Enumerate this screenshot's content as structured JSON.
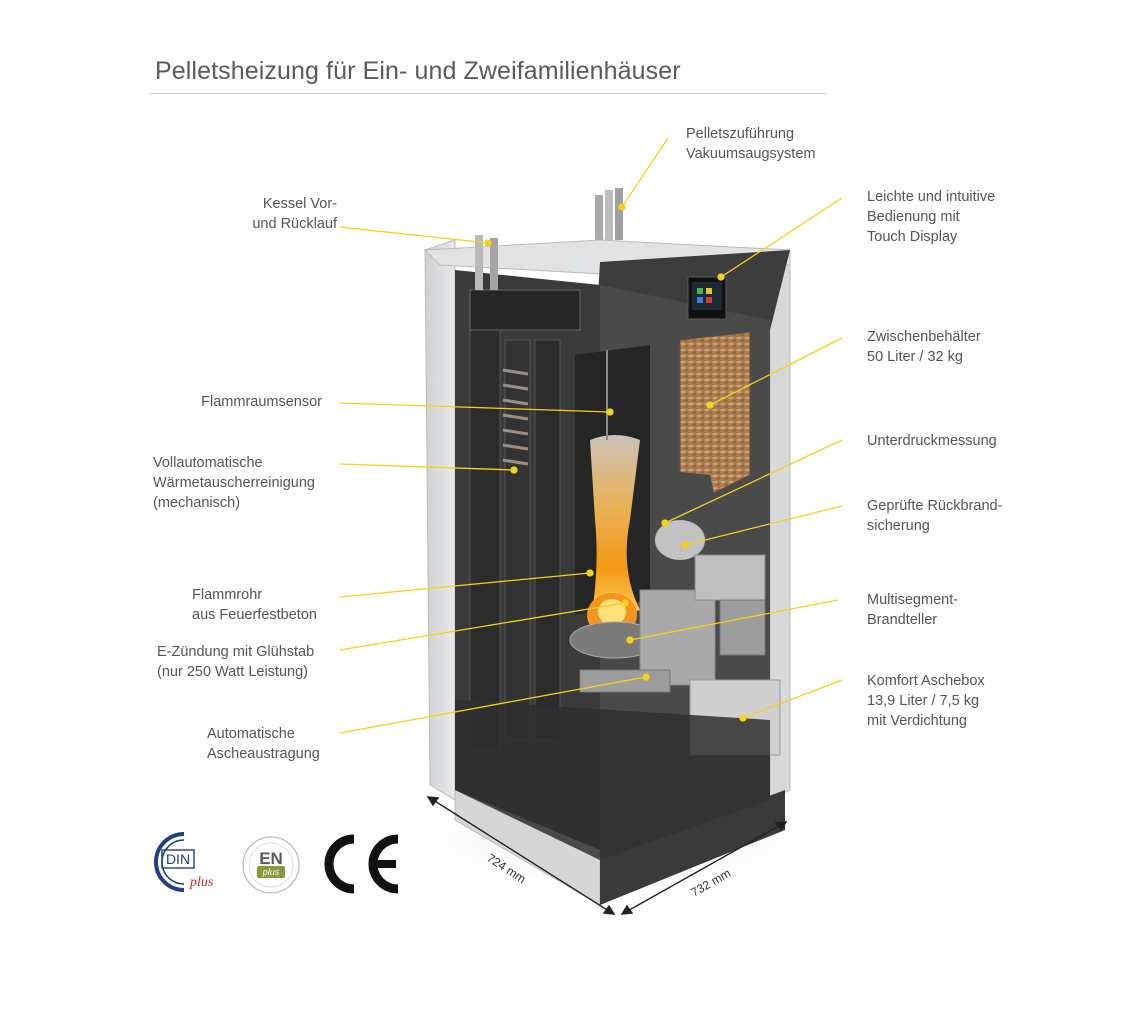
{
  "title": "Pelletsheizung für Ein- und Zweifamilienhäuser",
  "labels": {
    "pellet_feed": "Pelletszuführung\nVakuumsaugsystem",
    "boiler_flow": "Kessel Vor-\nund Rücklauf",
    "touch_display": "Leichte und intuitive\nBedienung mit\nTouch Display",
    "intermediate_container": "Zwischenbehälter\n50 Liter / 32 kg",
    "flame_sensor": "Flammraumsensor",
    "negative_pressure": "Unterdruckmessung",
    "heat_exchanger_cleaning": "Vollautomatische\nWärmetauscherreinigung\n(mechanisch)",
    "burnback_protection": "Geprüfte Rückbrand-\nsicherung",
    "flame_tube": "Flammrohr\naus Feuerfestbeton",
    "burner_plate": "Multisegment-\nBrandteller",
    "ignition": "E-Zündung mit Glühstab\n(nur 250 Watt Leistung)",
    "ash_box": "Komfort Aschebox\n13,9 Liter / 7,5 kg\nmit Verdichtung",
    "ash_removal": "Automatische\nAscheaustragung"
  },
  "dimensions": {
    "depth": "724 mm",
    "width": "732 mm"
  },
  "badges": {
    "din": "DIN",
    "din_sub": "plus",
    "en": "EN",
    "en_sub": "plus",
    "ce": "CE"
  },
  "colors": {
    "leader": "#f2d21b",
    "casing": "#d9dadb",
    "dark": "#2e2e2e",
    "flame": "#f6a21a",
    "pellets": "#b8895a"
  }
}
